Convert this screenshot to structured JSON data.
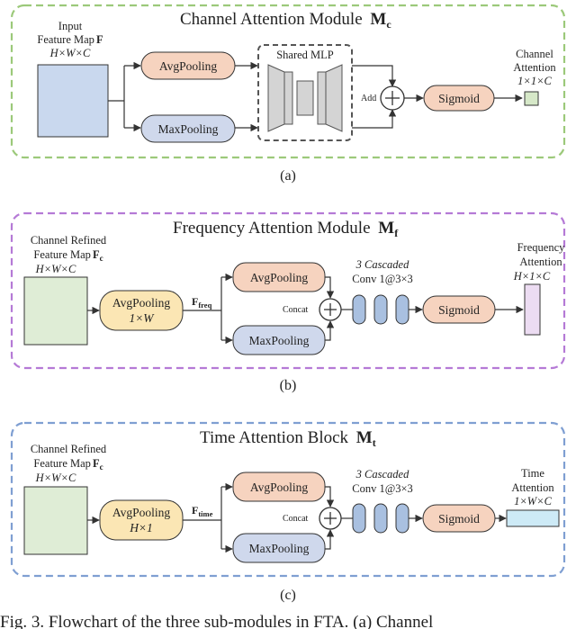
{
  "module_a": {
    "title": "Channel Attention Module",
    "title_sym": "M",
    "title_sub": "c",
    "input_label_1": "Input",
    "input_label_2": "Feature Map",
    "input_sym": "F",
    "input_dims": "H×W×C",
    "avgpool": "AvgPooling",
    "maxpool": "MaxPooling",
    "mlp": "Shared MLP",
    "add": "Add",
    "sigmoid": "Sigmoid",
    "out_label_1": "Channel",
    "out_label_2": "Attention",
    "out_dims": "1×1×C",
    "caption": "(a)"
  },
  "module_b": {
    "title": "Frequency Attention Module",
    "title_sym": "M",
    "title_sub": "f",
    "input_label_1": "Channel Refined",
    "input_label_2": "Feature Map",
    "input_sym": "F",
    "input_sub": "c",
    "input_dims": "H×W×C",
    "avgpool_main": "AvgPooling",
    "avgpool_main_dims": "1×W",
    "feat_sym": "F",
    "feat_sub": "freq",
    "avgpool": "AvgPooling",
    "maxpool": "MaxPooling",
    "concat": "Concat",
    "conv_1": "3 Cascaded",
    "conv_2": "Conv 1@3×3",
    "sigmoid": "Sigmoid",
    "out_label_1": "Frequency",
    "out_label_2": "Attention",
    "out_dims": "H×1×C",
    "caption": "(b)"
  },
  "module_c": {
    "title": "Time Attention Block",
    "title_sym": "M",
    "title_sub": "t",
    "input_label_1": "Channel Refined",
    "input_label_2": "Feature Map",
    "input_sym": "F",
    "input_sub": "c",
    "input_dims": "H×W×C",
    "avgpool_main": "AvgPooling",
    "avgpool_main_dims": "H×1",
    "feat_sym": "F",
    "feat_sub": "time",
    "avgpool": "AvgPooling",
    "maxpool": "MaxPooling",
    "concat": "Concat",
    "conv_1": "3 Cascaded",
    "conv_2": "Conv 1@3×3",
    "sigmoid": "Sigmoid",
    "out_label_1": "Time",
    "out_label_2": "Attention",
    "out_dims": "1×W×C",
    "caption": "(c)"
  },
  "footer_text": "Fig. 3. Flowchart of the three sub-modules in FTA. (a) Channel",
  "colors": {
    "border_a": "#9cc97a",
    "border_b": "#b57ad6",
    "border_c": "#7f9fd2",
    "input_a": "#c9d8ee",
    "input_bc": "#dfedd6",
    "avgpool": "#f6d3bf",
    "maxpool": "#cfd8ec",
    "avgpool_main": "#fbe6b4",
    "conv_cell": "#a9c0e0",
    "sigmoid": "#f6d3bf",
    "out_a": "#d6e8c8",
    "out_b": "#ecdcf2",
    "out_c": "#cdeaf6",
    "mlp_fill": "#d4d4d4",
    "line": "#333333"
  }
}
